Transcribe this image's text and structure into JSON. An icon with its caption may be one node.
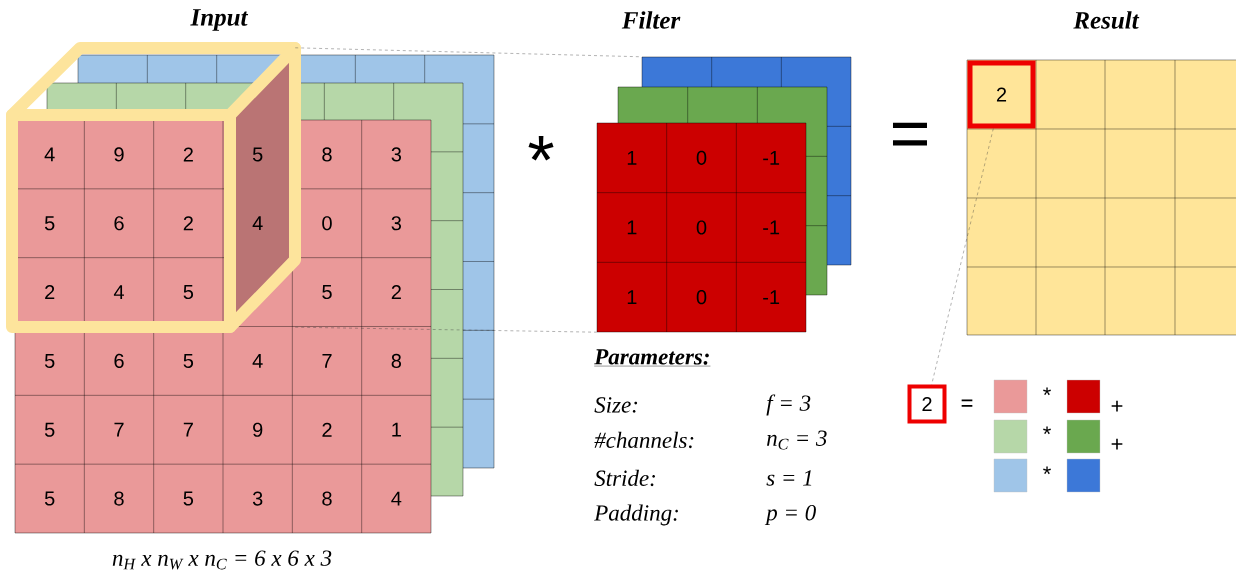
{
  "diagram": {
    "nodes": [
      {
        "text": [
          "2"
        ]
      },
      {
        "text": [
          "2"
        ]
      },
      {
        "text": [],
        "shape": "cube"
      },
      {
        "text": [],
        "shape": "box"
      },
      {
        "text": [],
        "shape": "box"
      }
    ],
    "edges": [
      {
        "from": 0,
        "to": 1,
        "arrow": "none",
        "style": "dashed"
      },
      {
        "from": 2,
        "to": 3,
        "arrow": "none",
        "style": "dashed"
      },
      {
        "from": 2,
        "to": 4,
        "arrow": "none",
        "style": "dashed"
      }
    ],
    "labels": [
      "Input",
      "Filter",
      "Result",
      "4",
      "9",
      "2",
      "5",
      "8",
      "3",
      "5",
      "6",
      "2",
      "4",
      "0",
      "3",
      "2",
      "4",
      "5",
      "5",
      "2",
      "5",
      "6",
      "5",
      "4",
      "7",
      "8",
      "5",
      "7",
      "7",
      "9",
      "2",
      "1",
      "5",
      "8",
      "5",
      "3",
      "8",
      "4",
      "*",
      "1",
      "0",
      "-1",
      "1",
      "0",
      "-1",
      "1",
      "0",
      "-1",
      "=",
      "Parameters:",
      "Size:",
      "f = 3",
      "#channels:",
      "n$_{C}$ = 3",
      "Stride:",
      "s = 1",
      "Padding:",
      "p = 0",
      "=",
      "*",
      "+",
      "*",
      "+",
      "*",
      "n$_{H}$ x n$_{W}$ x n$_{C}$ =  6 x 6 x 3"
    ]
  }
}
